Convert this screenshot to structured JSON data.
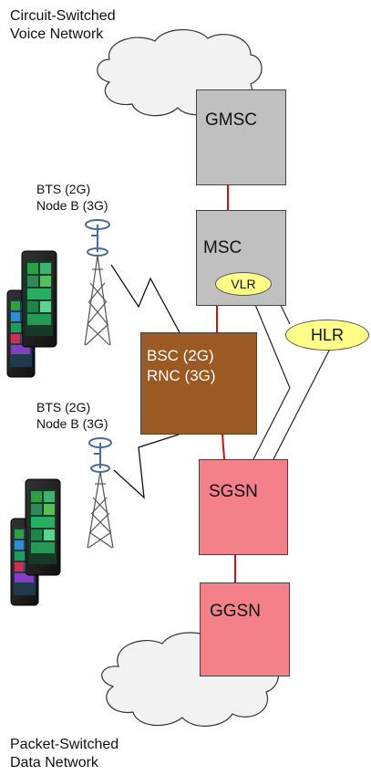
{
  "labels": {
    "circuit_switched": [
      "Circuit-Switched",
      "Voice Network"
    ],
    "packet_switched": [
      "Packet-Switched",
      "Data Network"
    ],
    "bts_top": [
      "BTS (2G)",
      "Node B (3G)"
    ],
    "bts_bottom": [
      "BTS (2G)",
      "Node B (3G)"
    ]
  },
  "nodes": {
    "gmsc": "GMSC",
    "msc": "MSC",
    "vlr": "VLR",
    "hlr": "HLR",
    "bsc_rnc": [
      "BSC (2G)",
      "RNC (3G)"
    ],
    "sgsn": "SGSN",
    "ggsn": "GGSN"
  },
  "colors": {
    "gray_node": "#c0c0c0",
    "bsc_node": "#9b5a22",
    "packet_node": "#f4808a",
    "ellipse_fill": "#ffff88",
    "red_link": "#cc1111",
    "cloud": "#f2f2f2"
  }
}
